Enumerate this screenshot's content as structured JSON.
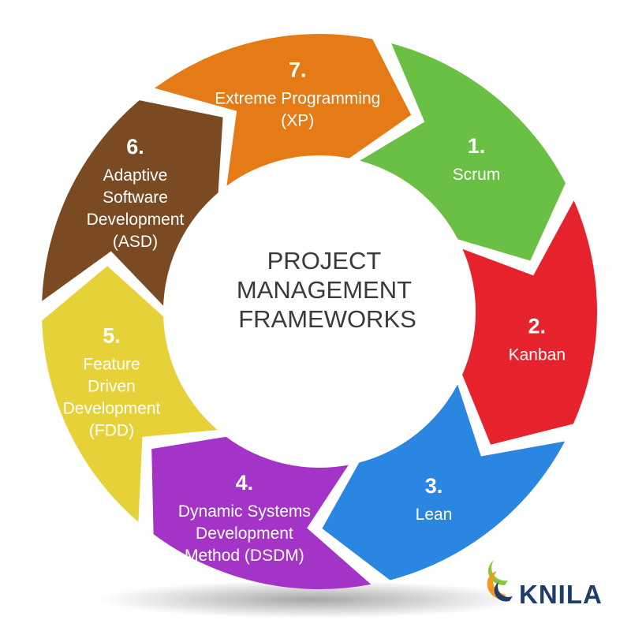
{
  "diagram": {
    "center_title": [
      "PROJECT",
      "MANAGEMENT",
      "FRAMEWORKS"
    ],
    "segments": [
      {
        "number": "1.",
        "lines": [
          "Scrum"
        ],
        "color": "#6abf45"
      },
      {
        "number": "2.",
        "lines": [
          "Kanban"
        ],
        "color": "#e6232d"
      },
      {
        "number": "3.",
        "lines": [
          "Lean"
        ],
        "color": "#2a86e0"
      },
      {
        "number": "4.",
        "lines": [
          "Dynamic Systems",
          "Development",
          "Method (DSDM)"
        ],
        "color": "#a334c7"
      },
      {
        "number": "5.",
        "lines": [
          "Feature",
          "Driven",
          "Development",
          "(FDD)"
        ],
        "color": "#e6d138"
      },
      {
        "number": "6.",
        "lines": [
          "Adaptive",
          "Software",
          "Development",
          "(ASD)"
        ],
        "color": "#7a4a22"
      },
      {
        "number": "7.",
        "lines": [
          "Extreme Programming",
          "(XP)"
        ],
        "color": "#e57b16"
      }
    ]
  },
  "logo": {
    "text": "KNILA",
    "icon": "knila-logo-icon",
    "colors": {
      "blue": "#1f3d6b",
      "green": "#8cc63f",
      "orange": "#f39a1e"
    }
  }
}
